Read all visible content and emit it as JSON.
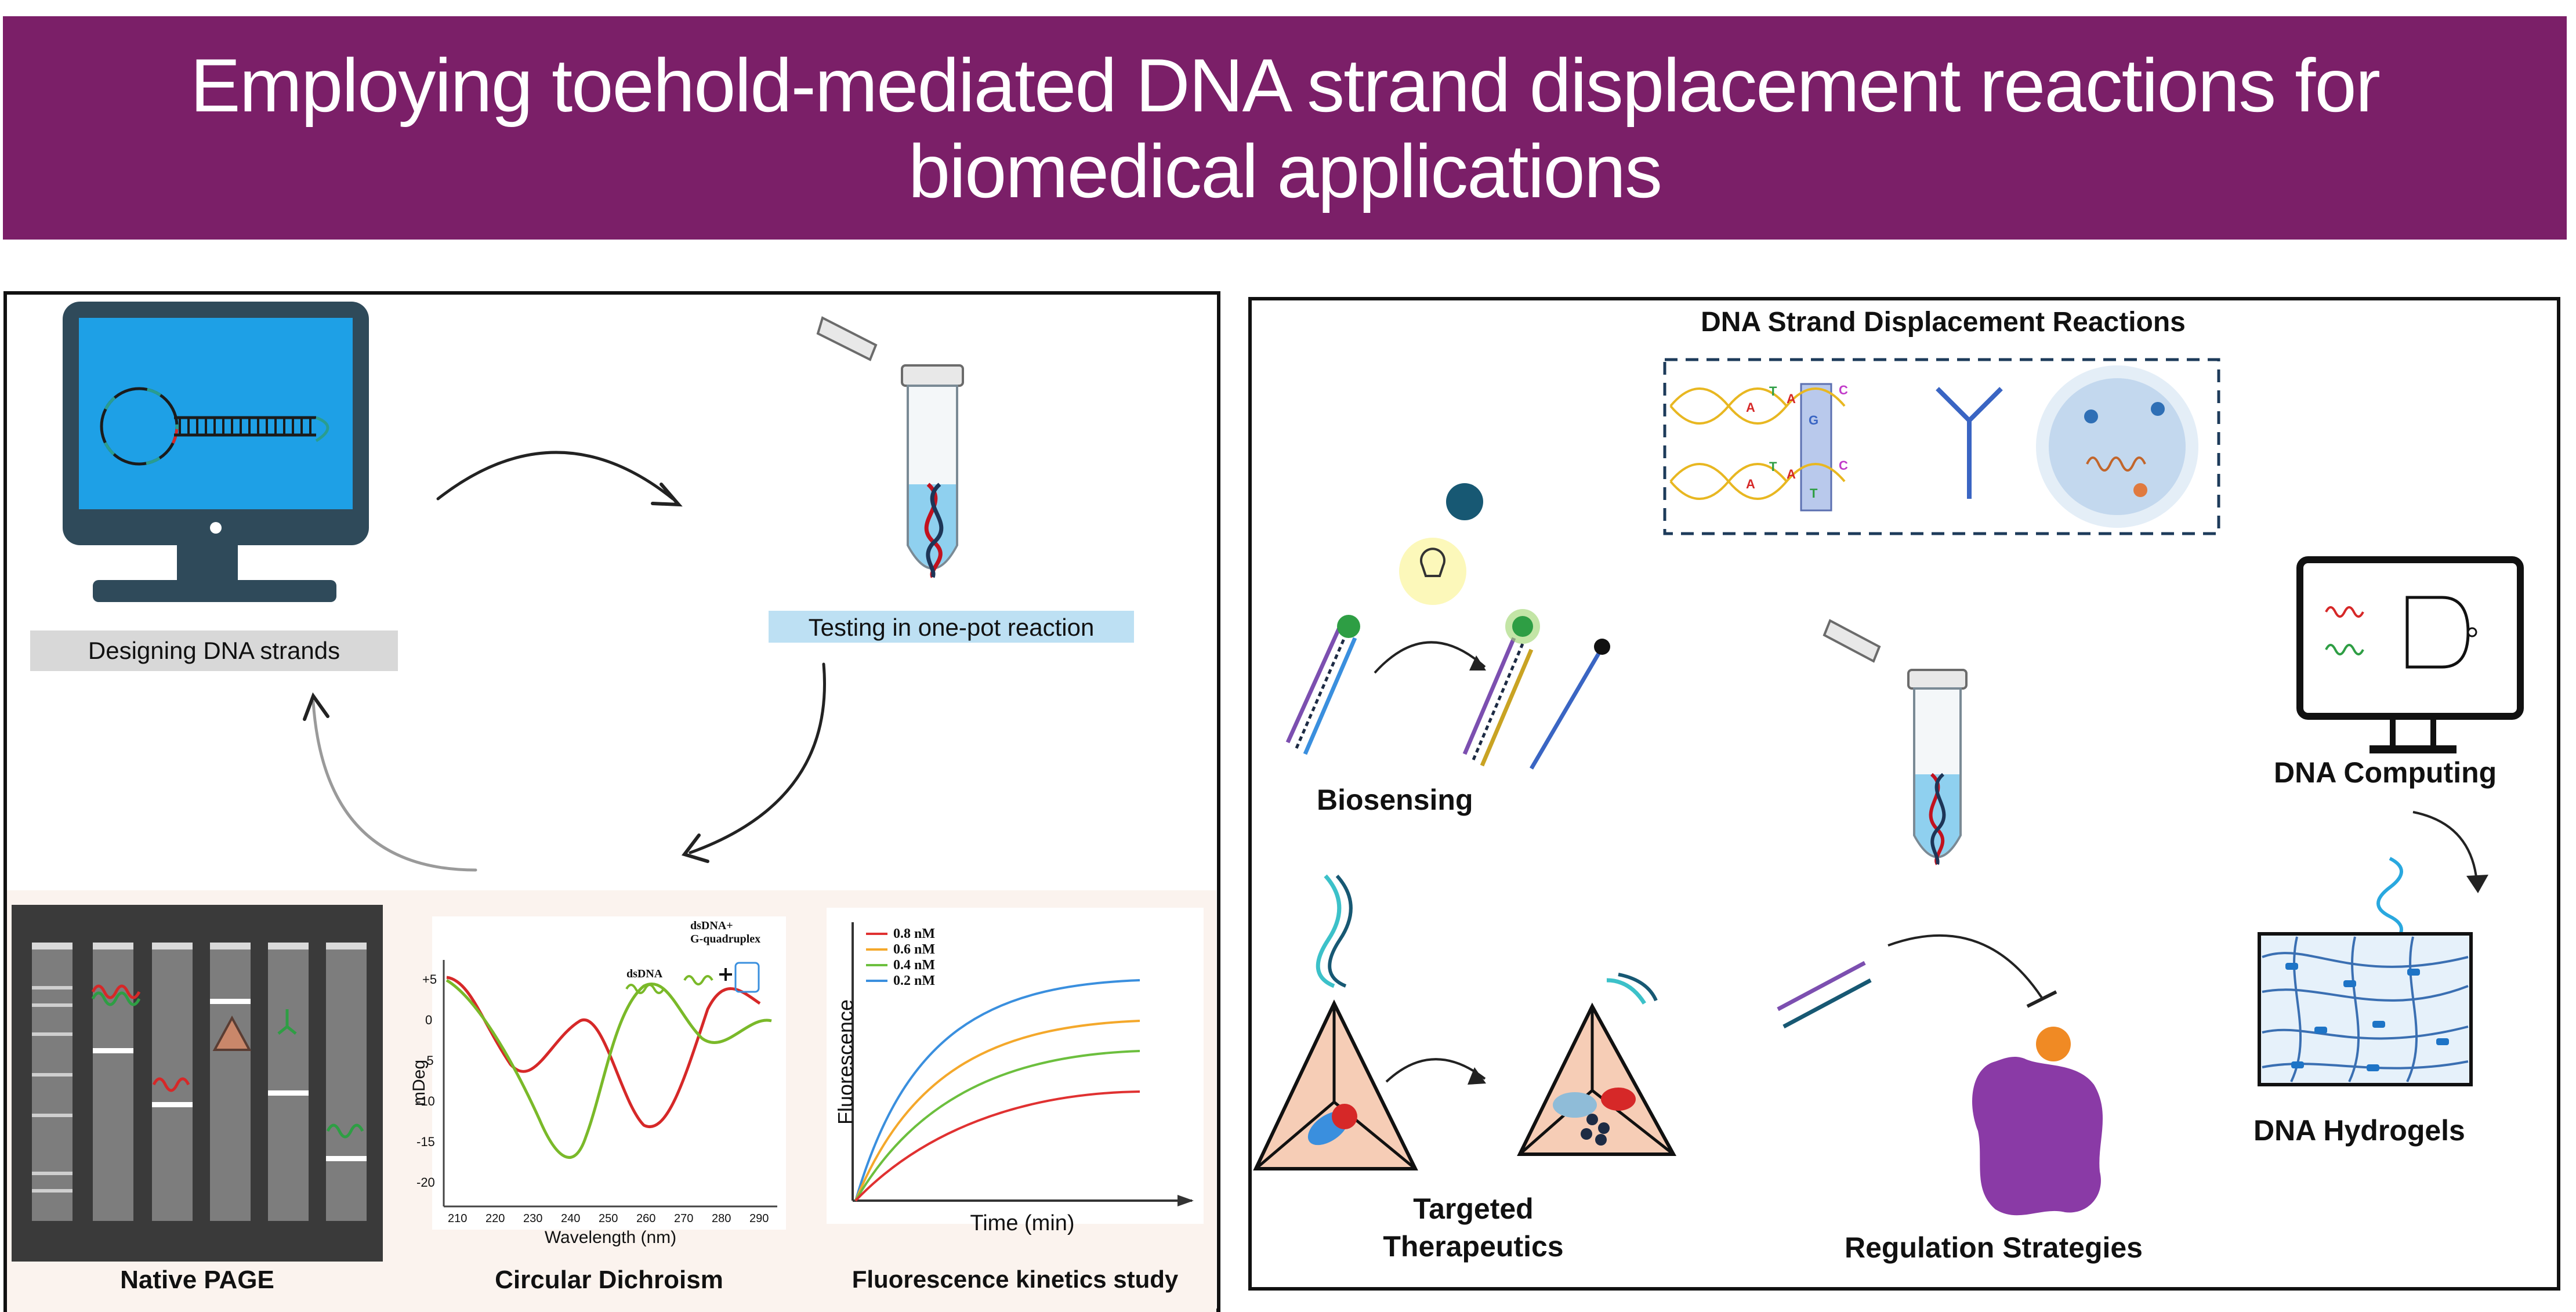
{
  "banner": {
    "title": "Employing toehold-mediated DNA strand displacement reactions for biomedical applications"
  },
  "left_panel": {
    "designing_label": "Designing  DNA strands",
    "testing_label": "Testing in one-pot reaction",
    "native_page_label": "Native PAGE",
    "cd_label": "Circular Dichroism",
    "fluorescence_label": "Fluorescence kinetics study",
    "cd_chart": {
      "ylabel": "mDeg",
      "xlabel": "Wavelength (nm)",
      "xticks": [
        "210",
        "220",
        "230",
        "240",
        "250",
        "260",
        "270",
        "280",
        "290"
      ],
      "yticks": [
        "+5",
        "0",
        "-5",
        "-10",
        "-15",
        "-20"
      ],
      "legend_dsdna": "dsDNA",
      "legend_gq_1": "dsDNA+",
      "legend_gq_2": "G-quadruplex",
      "red_color": "#d62828",
      "green_color": "#7ab929"
    },
    "fluor_chart": {
      "ylabel": "Fluorescence",
      "xlabel": "Time (min)",
      "series": [
        {
          "name": "0.8 nM",
          "color": "#e03131"
        },
        {
          "name": "0.6 nM",
          "color": "#f4a82b"
        },
        {
          "name": "0.4 nM",
          "color": "#6cbf3e"
        },
        {
          "name": "0.2 nM",
          "color": "#3a8fde"
        }
      ]
    }
  },
  "right_panel": {
    "title": "DNA Strand Displacement Reactions",
    "box_letters": [
      "A",
      "T",
      "A",
      "G",
      "C",
      "A",
      "T",
      "A",
      "T",
      "C"
    ],
    "biosensing_label": "Biosensing",
    "computing_label": "DNA Computing",
    "hydrogels_label": "DNA Hydrogels",
    "therapeutics_label_1": "Targeted",
    "therapeutics_label_2": "Therapeutics",
    "regulation_label": "Regulation  Strategies"
  },
  "colors": {
    "banner": "#7b1f68",
    "monitor": "#2f4a5a",
    "screen": "#1ea0e6",
    "testing_bar": "#bde0f3",
    "designing_bar": "#d8d8d8"
  }
}
